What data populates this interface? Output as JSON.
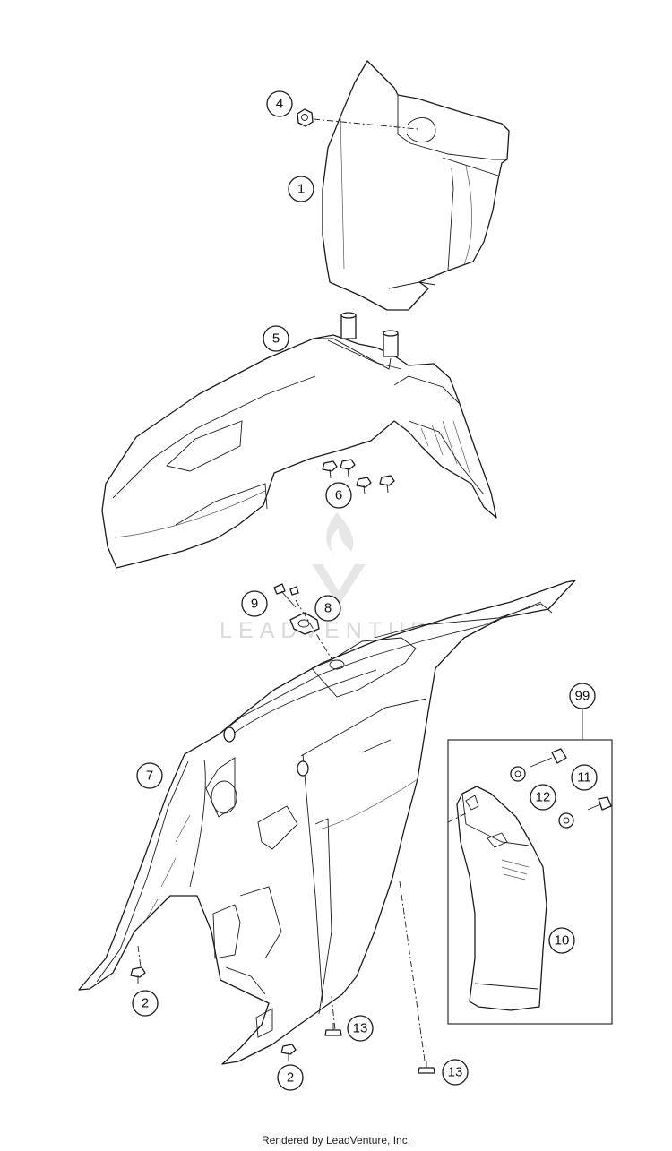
{
  "callouts": {
    "c1": "1",
    "c2a": "2",
    "c2b": "2",
    "c4": "4",
    "c5": "5",
    "c6": "6",
    "c7": "7",
    "c8": "8",
    "c9": "9",
    "c10": "10",
    "c11": "11",
    "c12": "12",
    "c13a": "13",
    "c13b": "13",
    "c99": "99"
  },
  "watermark": {
    "text": "LEADVENTURE"
  },
  "footer": {
    "credit": "Rendered by LeadVenture, Inc."
  }
}
